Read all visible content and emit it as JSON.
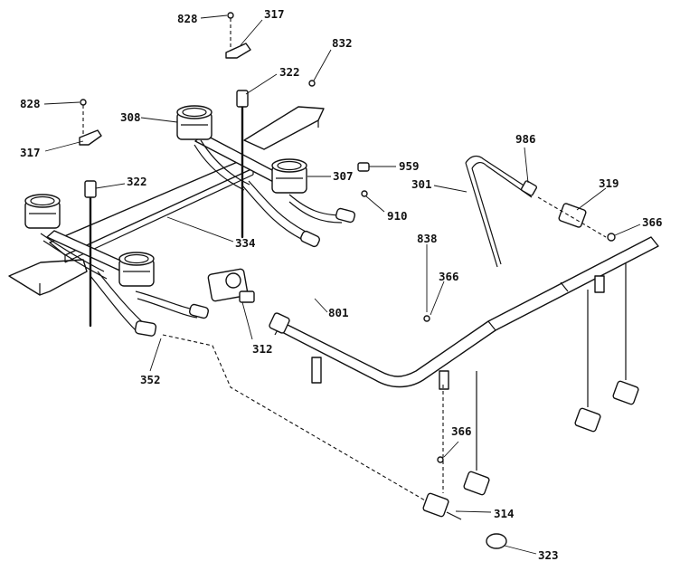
{
  "labels": {
    "l828a": "828",
    "l317a": "317",
    "l832": "832",
    "l322a": "322",
    "l828b": "828",
    "l308": "308",
    "l317b": "317",
    "l307": "307",
    "l959": "959",
    "l322b": "322",
    "l910": "910",
    "l986": "986",
    "l301": "301",
    "l319": "319",
    "l366a": "366",
    "l334": "334",
    "l838": "838",
    "l366b": "366",
    "l801": "801",
    "l312": "312",
    "l352": "352",
    "l366c": "366",
    "l314": "314",
    "l323": "323"
  }
}
